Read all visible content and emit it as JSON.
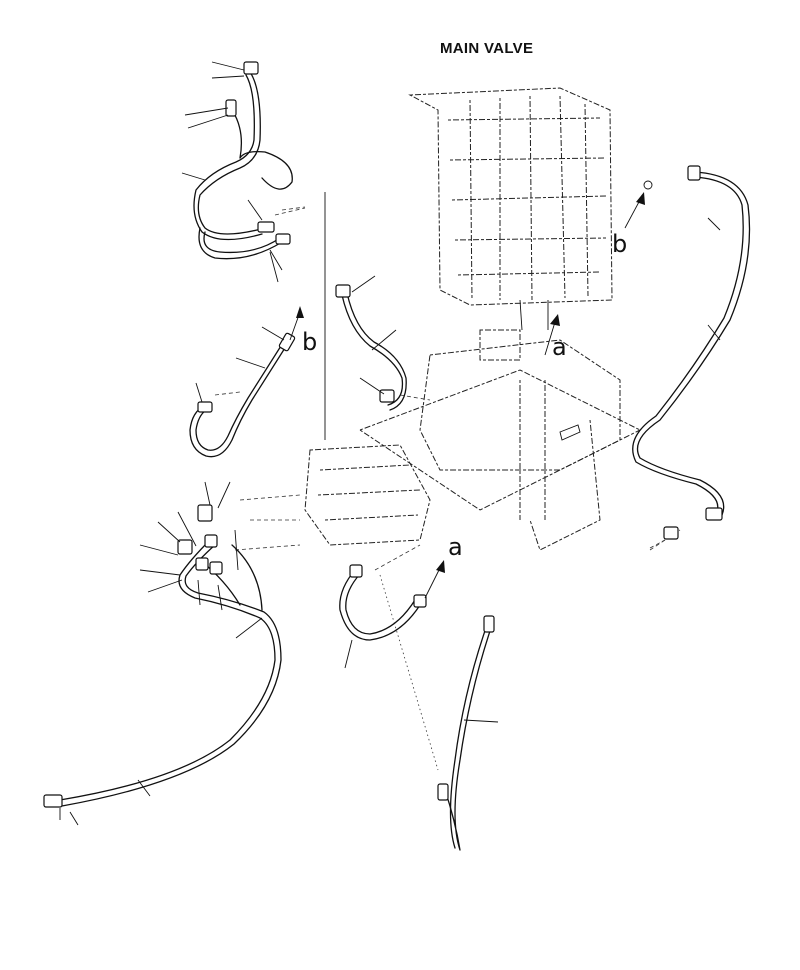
{
  "diagram": {
    "title": "MAIN VALVE",
    "connector_labels": [
      "a",
      "b"
    ]
  }
}
